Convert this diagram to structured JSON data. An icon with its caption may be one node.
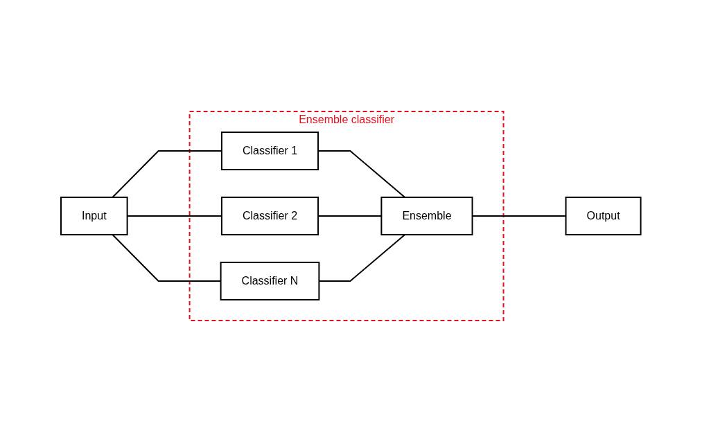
{
  "diagram": {
    "nodes": [
      {
        "text": [
          "Input"
        ]
      },
      {
        "text": [
          "Ensemble classifier"
        ]
      },
      {
        "text": [
          "Classifier 1"
        ],
        "in": 1
      },
      {
        "text": [
          "Classifier 2"
        ],
        "in": 1
      },
      {
        "text": [
          "Classifier N"
        ],
        "in": 1
      },
      {
        "text": [
          "Ensemble"
        ],
        "in": 1
      },
      {
        "text": [
          "Output"
        ]
      }
    ],
    "edges": [
      {
        "from": 0,
        "to": 2,
        "arrow": "none"
      },
      {
        "from": 0,
        "to": 3,
        "arrow": "none"
      },
      {
        "from": 0,
        "to": 4,
        "arrow": "none"
      },
      {
        "from": 2,
        "to": 5,
        "arrow": "none"
      },
      {
        "from": 3,
        "to": 5,
        "arrow": "none"
      },
      {
        "from": 4,
        "to": 5,
        "arrow": "none"
      },
      {
        "from": 5,
        "to": 6,
        "arrow": "none"
      }
    ]
  }
}
